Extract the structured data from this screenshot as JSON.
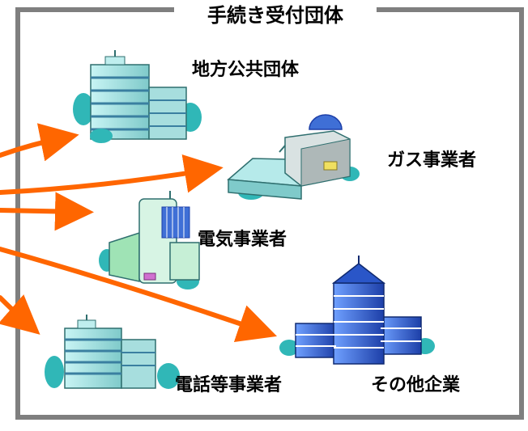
{
  "panel": {
    "title": "手続き受付団体"
  },
  "organizations": [
    {
      "key": "local-government",
      "label": "地方公共団体"
    },
    {
      "key": "gas-company",
      "label": "ガス事業者"
    },
    {
      "key": "electric-company",
      "label": "電気事業者"
    },
    {
      "key": "telecom-company",
      "label": "電話等事業者"
    },
    {
      "key": "other-company",
      "label": "その他企業"
    }
  ],
  "colors": {
    "frame": "#7f7f7f",
    "arrow": "#ff6600",
    "building_teal": "#9fe3e3",
    "building_blue": "#3f6fd6",
    "tree": "#30b7b7"
  }
}
